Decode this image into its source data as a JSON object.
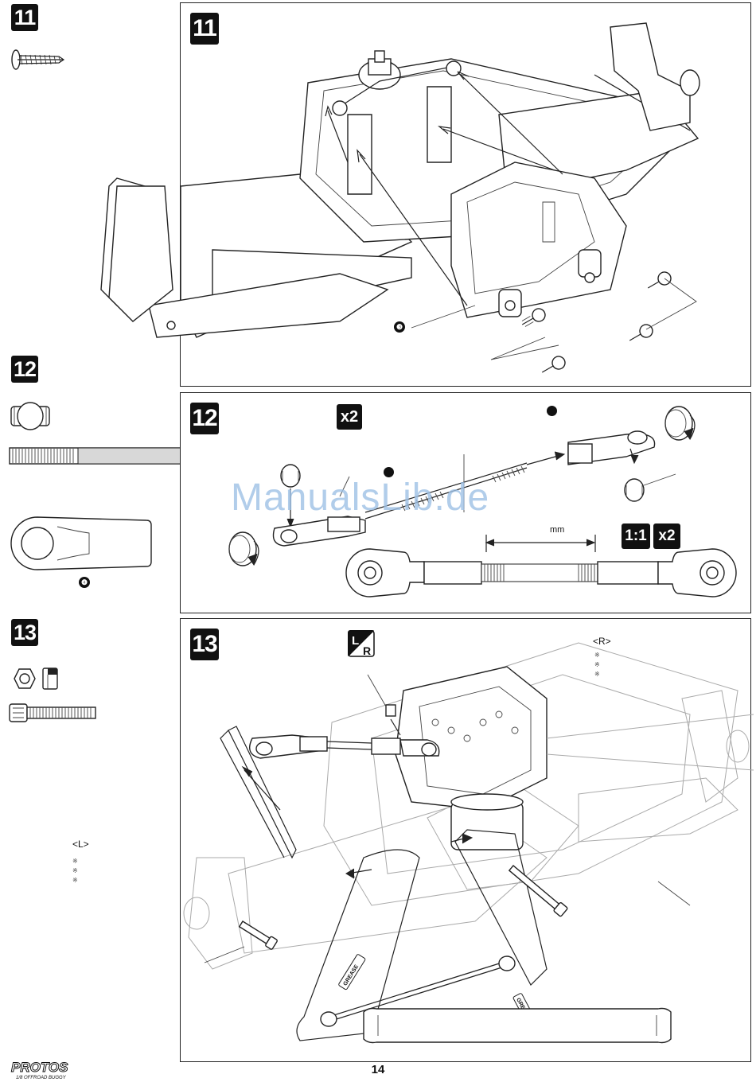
{
  "steps": {
    "s11": {
      "number": "11"
    },
    "s12": {
      "number": "12",
      "qty": "x2",
      "scale": "1:1",
      "scale_qty": "x2",
      "dim_unit": "mm"
    },
    "s13": {
      "number": "13",
      "side_l": "<L>",
      "side_r": "<R>",
      "note_mark": "※"
    }
  },
  "callouts": {
    "c3": "❸",
    "c4": "❹"
  },
  "grease_label": "GREASE",
  "watermark": "ManualsLib.de",
  "footer": {
    "logo_title": "PROTOS",
    "logo_sub": "1/8 OFFROAD BUGGY",
    "page_number": "14"
  },
  "colors": {
    "ink": "#111111",
    "watermark": "#9ec1e6"
  }
}
